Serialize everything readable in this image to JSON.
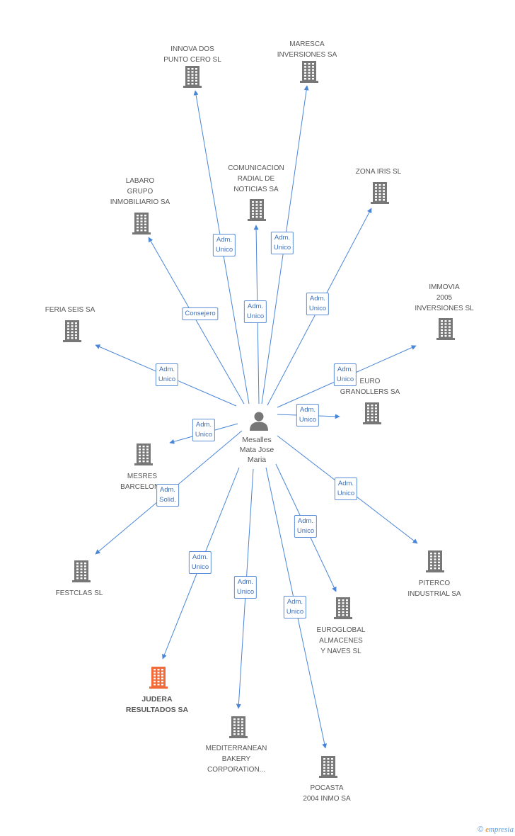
{
  "person": {
    "name": "Mesalles\nMata Jose\nMaria"
  },
  "colors": {
    "edge": "#4a86d8",
    "node": "#777777",
    "highlight": "#f06a3a",
    "label_border": "#5b8ed6"
  },
  "companies": [
    {
      "id": "innova",
      "name": "INNOVA DOS\nPUNTO CERO SL",
      "relation": "Adm.\nUnico",
      "highlight": false
    },
    {
      "id": "maresca",
      "name": "MARESCA\nINVERSIONES SA",
      "relation": "Adm.\nUnico",
      "highlight": false
    },
    {
      "id": "comunicacion",
      "name": "COMUNICACION\nRADIAL DE\nNOTICIAS SA",
      "relation": "Adm.\nUnico",
      "highlight": false
    },
    {
      "id": "zona",
      "name": "ZONA IRIS SL",
      "relation": "Adm.\nUnico",
      "highlight": false
    },
    {
      "id": "labaro",
      "name": "LABARO\nGRUPO\nINMOBILIARIO SA",
      "relation": "Consejero",
      "highlight": false
    },
    {
      "id": "immovia",
      "name": "IMMOVIA\n2005\nINVERSIONES SL",
      "relation": "Adm.\nUnico",
      "highlight": false
    },
    {
      "id": "feria",
      "name": "FERIA SEIS SA",
      "relation": "Adm.\nUnico",
      "highlight": false
    },
    {
      "id": "euro",
      "name": "EURO\nGRANOLLERS SA",
      "relation": "Adm.\nUnico",
      "highlight": false
    },
    {
      "id": "mesres",
      "name": "MESRES\nBARCELONA",
      "relation": "Adm.\nUnico",
      "highlight": false
    },
    {
      "id": "festclas",
      "name": "FESTCLAS SL",
      "relation": "Adm.\nSolid.",
      "highlight": false
    },
    {
      "id": "piterco",
      "name": "PITERCO\nINDUSTRIAL SA",
      "relation": "Adm.\nUnico",
      "highlight": false
    },
    {
      "id": "euroglobal",
      "name": "EUROGLOBAL\nALMACENES\nY NAVES SL",
      "relation": "Adm.\nUnico",
      "highlight": false
    },
    {
      "id": "judera",
      "name": "JUDERA\nRESULTADOS SA",
      "relation": "Adm.\nUnico",
      "highlight": true
    },
    {
      "id": "mediterranean",
      "name": "MEDITERRANEAN\nBAKERY\nCORPORATION...",
      "relation": "Adm.\nUnico",
      "highlight": false
    },
    {
      "id": "pocasta",
      "name": "POCASTA\n2004 INMO SA",
      "relation": "Adm.\nUnico",
      "highlight": false
    }
  ],
  "brand": {
    "copyright": "©",
    "e": "e",
    "rest": "mpresia"
  }
}
